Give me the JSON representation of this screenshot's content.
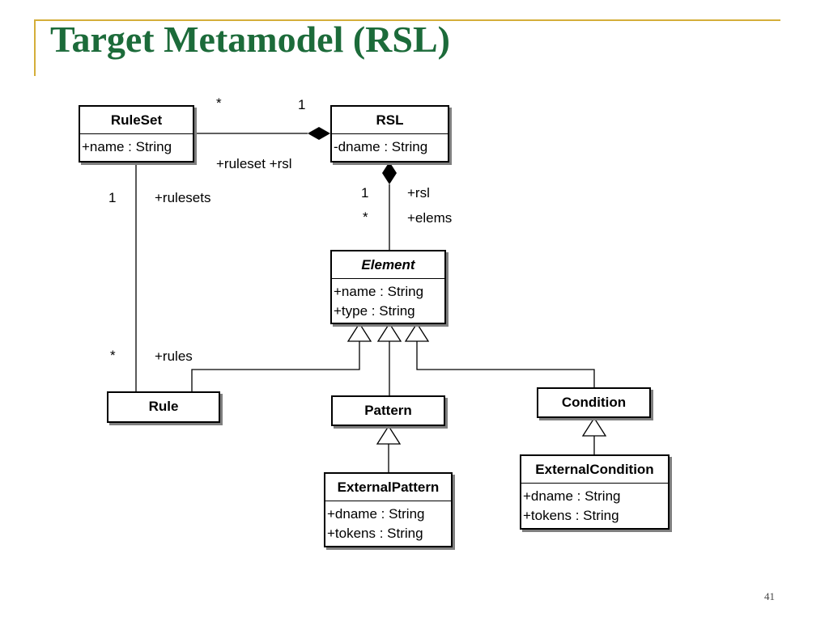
{
  "slide": {
    "title": "Target Metamodel (RSL)",
    "page_number": "41"
  },
  "classes": {
    "ruleset": {
      "name": "RuleSet",
      "attrs": [
        "+name : String"
      ]
    },
    "rsl": {
      "name": "RSL",
      "attrs": [
        "-dname : String"
      ]
    },
    "element": {
      "name": "Element",
      "attrs": [
        "+name : String",
        "+type : String"
      ],
      "abstract": true
    },
    "rule": {
      "name": "Rule"
    },
    "pattern": {
      "name": "Pattern"
    },
    "condition": {
      "name": "Condition"
    },
    "external_pattern": {
      "name": "ExternalPattern",
      "attrs": [
        "+dname : String",
        "+tokens : String"
      ]
    },
    "external_condition": {
      "name": "ExternalCondition",
      "attrs": [
        "+dname : String",
        "+tokens : String"
      ]
    }
  },
  "associations": {
    "ruleset_rsl": {
      "mult_ruleset": "*",
      "mult_rsl": "1",
      "role_label": "+ruleset +rsl"
    },
    "rsl_element": {
      "mult_rsl": "1",
      "role_rsl": "+rsl",
      "mult_elems": "*",
      "role_elems": "+elems"
    },
    "ruleset_rule": {
      "mult_ruleset": "1",
      "role_rulesets": "+rulesets",
      "mult_rules": "*",
      "role_rules": "+rules"
    }
  }
}
